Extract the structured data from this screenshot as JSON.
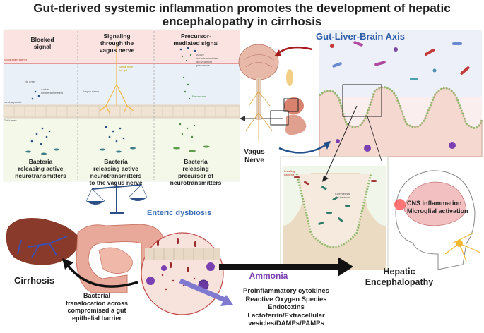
{
  "title": {
    "line1": "Gut-derived systemic inflammation promotes the development of hepatic",
    "line2": "encephalopathy in cirrhosis"
  },
  "axis_label": "Gut-Liver-Brain Axis",
  "panels": {
    "blocked": {
      "title_l1": "Blocked",
      "title_l2": "signal",
      "bbb": "Blood-brain barrier",
      "no_entry": "No entry",
      "active_nt_l1": "Active",
      "active_nt_l2": "neurotransmitters",
      "lamina": "Lamina propia",
      "lumen": "Gut lumen",
      "caption_l1": "Bacteria",
      "caption_l2": "releasing active",
      "caption_l3": "neurotransmitters"
    },
    "vagus": {
      "title_l1": "Signaling",
      "title_l2": "through the",
      "title_l3": "vagus nerve",
      "signal_l1": "Signal from",
      "signal_l2": "the gut",
      "vagus_nerve": "Vagus nerve",
      "caption_l1": "Bacteria",
      "caption_l2": "releasing active",
      "caption_l3": "neurotransmitters",
      "caption_l4": "to the vagus nerve"
    },
    "precursor": {
      "title_l1": "Precursor-",
      "title_l2": "mediated signal",
      "active_l1": "Active",
      "active_l2": "neurotransmitters",
      "active_l3": "derived from",
      "active_l4": "precursors",
      "precursors": "Precursors",
      "caption_l1": "Bacteria",
      "caption_l2": "releasing",
      "caption_l3": "precursor of",
      "caption_l4": "neurotransmitters"
    }
  },
  "vagus_label_l1": "Vagus",
  "vagus_label_l2": "Nerve",
  "crypt": {
    "invading": "Invading bacteria",
    "commensal_l1": "Commensal",
    "commensal_l2": "gut bacteria"
  },
  "enteric_dysbiosis": "Enteric dysbiosis",
  "cirrhosis": "Cirrhosis",
  "translocation": {
    "l1": "Bacterial",
    "l2": "translocation across",
    "l3": "compromised a gut",
    "l4": "epithelial barrier"
  },
  "ammonia": "Ammonia",
  "mediators": {
    "l1": "Proinflammatory cytokines",
    "l2": "Reactive Oxygen Species",
    "l3": "Endotoxins",
    "l4": "Lactoferrin/Extracellular",
    "l5": "vesicles/DAMPs/PAMPs"
  },
  "cns": {
    "l1": "CNS inflammation",
    "l2": "Microglial activation"
  },
  "he": {
    "l1": "Hepatic",
    "l2": "Encephalopathy"
  },
  "colors": {
    "axis_blue": "#2e5fa8",
    "dysbiosis_blue": "#3b6fb6",
    "ammonia_purple": "#7a3fb0",
    "panel_top": "#fbe8e6",
    "panel_mid": "#e8eef8",
    "panel_bottom": "#f2f7e6"
  }
}
